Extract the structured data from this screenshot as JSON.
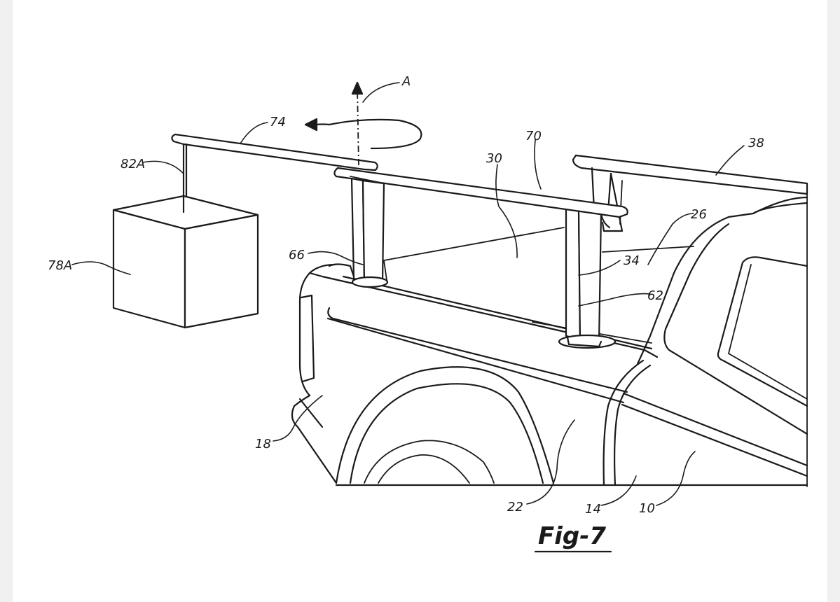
{
  "figure": {
    "caption": "Fig-7"
  },
  "reference_numerals": {
    "axis": "A",
    "n74": "74",
    "n82A": "82A",
    "n78A": "78A",
    "n70": "70",
    "n30": "30",
    "n38": "38",
    "n26": "26",
    "n66": "66",
    "n34": "34",
    "n62": "62",
    "n18": "18",
    "n22": "22",
    "n14": "14",
    "n10": "10"
  }
}
